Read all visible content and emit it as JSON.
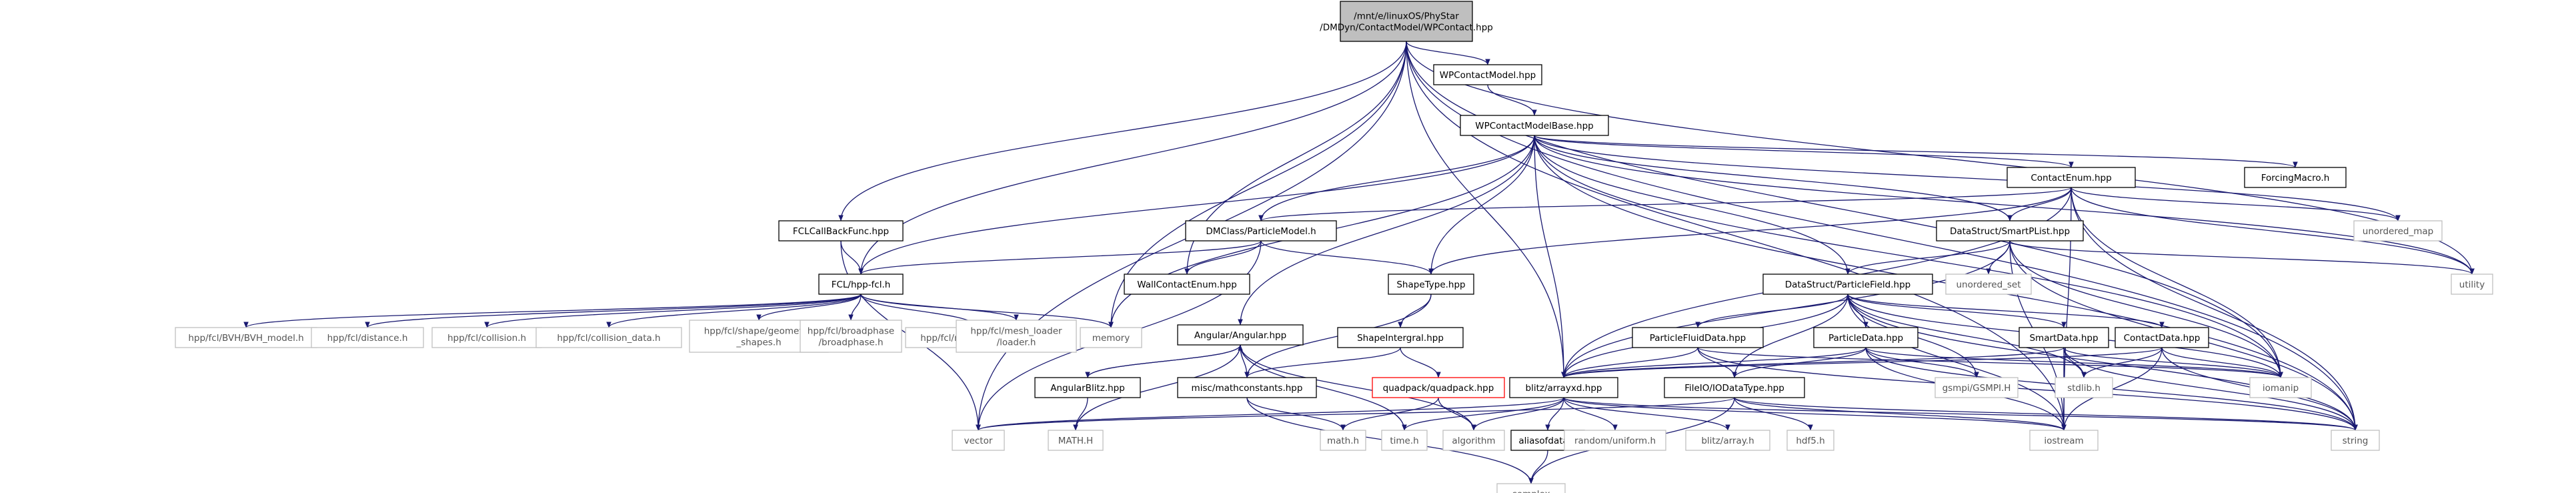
{
  "diagram": {
    "title": "/mnt/e/linuxOS/PhyStar/DMDyn/ContactModel/WPContact.hpp",
    "colors": {
      "edge": "#191970",
      "root_fill": "#bfbfbf",
      "missing_border": "#ff0000",
      "std_border": "#bfbfbf",
      "std_text": "#555555"
    },
    "nodes": [
      {
        "id": "root",
        "lines": [
          "/mnt/e/linuxOS/PhyStar",
          "/DMDyn/ContactModel/WPContact.hpp"
        ],
        "kind": "root"
      },
      {
        "id": "wpcm",
        "lines": [
          "WPContactModel.hpp"
        ],
        "kind": "inc"
      },
      {
        "id": "wpcmb",
        "lines": [
          "WPContactModelBase.hpp"
        ],
        "kind": "inc"
      },
      {
        "id": "fclcb",
        "lines": [
          "FCLCallBackFunc.hpp"
        ],
        "kind": "inc"
      },
      {
        "id": "dmclass",
        "lines": [
          "DMClass/ParticleModel.h"
        ],
        "kind": "inc"
      },
      {
        "id": "contactenum",
        "lines": [
          "ContactEnum.hpp"
        ],
        "kind": "inc"
      },
      {
        "id": "forcing",
        "lines": [
          "ForcingMacro.h"
        ],
        "kind": "inc"
      },
      {
        "id": "unordered_map",
        "lines": [
          "unordered_map"
        ],
        "kind": "std"
      },
      {
        "id": "smartplist",
        "lines": [
          "DataStruct/SmartPList.hpp"
        ],
        "kind": "inc"
      },
      {
        "id": "wallcontact",
        "lines": [
          "WallContactEnum.hpp"
        ],
        "kind": "inc"
      },
      {
        "id": "fcl",
        "lines": [
          "FCL/hpp-fcl.h"
        ],
        "kind": "inc"
      },
      {
        "id": "shapetype",
        "lines": [
          "ShapeType.hpp"
        ],
        "kind": "inc"
      },
      {
        "id": "particlefield",
        "lines": [
          "DataStruct/ParticleField.hpp"
        ],
        "kind": "inc"
      },
      {
        "id": "unordered_set",
        "lines": [
          "unordered_set"
        ],
        "kind": "std"
      },
      {
        "id": "utility",
        "lines": [
          "utility"
        ],
        "kind": "std"
      },
      {
        "id": "bvh",
        "lines": [
          "hpp/fcl/BVH/BVH_model.h"
        ],
        "kind": "std"
      },
      {
        "id": "distance",
        "lines": [
          "hpp/fcl/distance.h"
        ],
        "kind": "std"
      },
      {
        "id": "collision",
        "lines": [
          "hpp/fcl/collision.h"
        ],
        "kind": "std"
      },
      {
        "id": "collisiondata",
        "lines": [
          "hpp/fcl/collision_data.h"
        ],
        "kind": "std"
      },
      {
        "id": "geomshapes",
        "lines": [
          "hpp/fcl/shape/geometric",
          "_shapes.h"
        ],
        "kind": "std"
      },
      {
        "id": "broadphase",
        "lines": [
          "hpp/fcl/broadphase",
          "/broadphase.h"
        ],
        "kind": "std"
      },
      {
        "id": "transform",
        "lines": [
          "hpp/fcl/math/transform.h"
        ],
        "kind": "std"
      },
      {
        "id": "meshloader",
        "lines": [
          "hpp/fcl/mesh_loader",
          "/loader.h"
        ],
        "kind": "std"
      },
      {
        "id": "memory",
        "lines": [
          "memory"
        ],
        "kind": "std"
      },
      {
        "id": "shapeintergral",
        "lines": [
          "ShapeIntergral.hpp"
        ],
        "kind": "inc"
      },
      {
        "id": "angular",
        "lines": [
          "Angular/Angular.hpp"
        ],
        "kind": "inc"
      },
      {
        "id": "pfluiddata",
        "lines": [
          "ParticleFluidData.hpp"
        ],
        "kind": "inc"
      },
      {
        "id": "pdata",
        "lines": [
          "ParticleData.hpp"
        ],
        "kind": "inc"
      },
      {
        "id": "smartdata",
        "lines": [
          "SmartData.hpp"
        ],
        "kind": "inc"
      },
      {
        "id": "contactdata",
        "lines": [
          "ContactData.hpp"
        ],
        "kind": "inc"
      },
      {
        "id": "angularblitz",
        "lines": [
          "AngularBlitz.hpp"
        ],
        "kind": "inc"
      },
      {
        "id": "mathconstants",
        "lines": [
          "misc/mathconstants.hpp"
        ],
        "kind": "inc"
      },
      {
        "id": "quadpack",
        "lines": [
          "quadpack/quadpack.hpp"
        ],
        "kind": "missing"
      },
      {
        "id": "blitzarray",
        "lines": [
          "blitz/arrayxd.hpp"
        ],
        "kind": "inc"
      },
      {
        "id": "fileio",
        "lines": [
          "FileIO/IODataType.hpp"
        ],
        "kind": "inc"
      },
      {
        "id": "gsmpi",
        "lines": [
          "gsmpi/GSMPI.H"
        ],
        "kind": "std"
      },
      {
        "id": "stdlib",
        "lines": [
          "stdlib.h"
        ],
        "kind": "std"
      },
      {
        "id": "iomanip",
        "lines": [
          "iomanip"
        ],
        "kind": "std"
      },
      {
        "id": "vector",
        "lines": [
          "vector"
        ],
        "kind": "std"
      },
      {
        "id": "mathH",
        "lines": [
          "MATH.H"
        ],
        "kind": "std"
      },
      {
        "id": "mathh",
        "lines": [
          "math.h"
        ],
        "kind": "std"
      },
      {
        "id": "timeh",
        "lines": [
          "time.h"
        ],
        "kind": "std"
      },
      {
        "id": "algorithm",
        "lines": [
          "algorithm"
        ],
        "kind": "std"
      },
      {
        "id": "aliasofdata",
        "lines": [
          "aliasofdata.h"
        ],
        "kind": "inc"
      },
      {
        "id": "random",
        "lines": [
          "random/uniform.h"
        ],
        "kind": "std"
      },
      {
        "id": "blitzarrayh",
        "lines": [
          "blitz/array.h"
        ],
        "kind": "std"
      },
      {
        "id": "hdf5",
        "lines": [
          "hdf5.h"
        ],
        "kind": "std"
      },
      {
        "id": "iostream",
        "lines": [
          "iostream"
        ],
        "kind": "std"
      },
      {
        "id": "string",
        "lines": [
          "string"
        ],
        "kind": "std"
      },
      {
        "id": "complex",
        "lines": [
          "complex"
        ],
        "kind": "std"
      }
    ],
    "edges": [
      [
        "root",
        "wpcm"
      ],
      [
        "root",
        "fclcb"
      ],
      [
        "root",
        "fcl"
      ],
      [
        "root",
        "wallcontact"
      ],
      [
        "root",
        "blitzarray"
      ],
      [
        "root",
        "memory"
      ],
      [
        "root",
        "vector"
      ],
      [
        "root",
        "utility"
      ],
      [
        "root",
        "iomanip"
      ],
      [
        "root",
        "string"
      ],
      [
        "root",
        "iostream"
      ],
      [
        "wpcm",
        "wpcmb"
      ],
      [
        "wpcmb",
        "dmclass"
      ],
      [
        "wpcmb",
        "contactenum"
      ],
      [
        "wpcmb",
        "forcing"
      ],
      [
        "wpcmb",
        "unordered_map"
      ],
      [
        "wpcmb",
        "smartplist"
      ],
      [
        "wpcmb",
        "shapetype"
      ],
      [
        "wpcmb",
        "particlefield"
      ],
      [
        "wpcmb",
        "fcl"
      ],
      [
        "wpcmb",
        "angular"
      ],
      [
        "wpcmb",
        "blitzarray"
      ],
      [
        "wpcmb",
        "memory"
      ],
      [
        "wpcmb",
        "utility"
      ],
      [
        "wpcmb",
        "iomanip"
      ],
      [
        "wpcmb",
        "string"
      ],
      [
        "fclcb",
        "fcl"
      ],
      [
        "fclcb",
        "vector"
      ],
      [
        "dmclass",
        "fcl"
      ],
      [
        "dmclass",
        "wallcontact"
      ],
      [
        "dmclass",
        "shapetype"
      ],
      [
        "dmclass",
        "vector"
      ],
      [
        "contactenum",
        "dmclass"
      ],
      [
        "contactenum",
        "smartplist"
      ],
      [
        "contactenum",
        "shapetype"
      ],
      [
        "contactenum",
        "blitzarray"
      ],
      [
        "contactenum",
        "unordered_map"
      ],
      [
        "contactenum",
        "utility"
      ],
      [
        "contactenum",
        "iomanip"
      ],
      [
        "contactenum",
        "string"
      ],
      [
        "contactenum",
        "iostream"
      ],
      [
        "smartplist",
        "particlefield"
      ],
      [
        "smartplist",
        "unordered_set"
      ],
      [
        "smartplist",
        "blitzarray"
      ],
      [
        "smartplist",
        "utility"
      ],
      [
        "smartplist",
        "iomanip"
      ],
      [
        "smartplist",
        "iostream"
      ],
      [
        "smartplist",
        "string"
      ],
      [
        "fcl",
        "bvh"
      ],
      [
        "fcl",
        "distance"
      ],
      [
        "fcl",
        "collision"
      ],
      [
        "fcl",
        "collisiondata"
      ],
      [
        "fcl",
        "geomshapes"
      ],
      [
        "fcl",
        "broadphase"
      ],
      [
        "fcl",
        "transform"
      ],
      [
        "fcl",
        "meshloader"
      ],
      [
        "fcl",
        "memory"
      ],
      [
        "shapetype",
        "shapeintergral"
      ],
      [
        "shapetype",
        "mathconstants"
      ],
      [
        "shapeintergral",
        "mathconstants"
      ],
      [
        "shapeintergral",
        "quadpack"
      ],
      [
        "particlefield",
        "pfluiddata"
      ],
      [
        "particlefield",
        "pdata"
      ],
      [
        "particlefield",
        "smartdata"
      ],
      [
        "particlefield",
        "contactdata"
      ],
      [
        "particlefield",
        "blitzarray"
      ],
      [
        "particlefield",
        "fileio"
      ],
      [
        "particlefield",
        "gsmpi"
      ],
      [
        "particlefield",
        "stdlib"
      ],
      [
        "particlefield",
        "iomanip"
      ],
      [
        "particlefield",
        "iostream"
      ],
      [
        "particlefield",
        "string"
      ],
      [
        "angular",
        "angularblitz"
      ],
      [
        "angular",
        "mathconstants"
      ],
      [
        "angular",
        "mathH"
      ],
      [
        "angular",
        "algorithm"
      ],
      [
        "angular",
        "timeh"
      ],
      [
        "angularblitz",
        "angular"
      ],
      [
        "angularblitz",
        "mathH"
      ],
      [
        "mathconstants",
        "mathh"
      ],
      [
        "mathconstants",
        "complex"
      ],
      [
        "quadpack",
        "algorithm"
      ],
      [
        "quadpack",
        "mathh"
      ],
      [
        "pfluiddata",
        "blitzarray"
      ],
      [
        "pfluiddata",
        "fileio"
      ],
      [
        "pfluiddata",
        "iomanip"
      ],
      [
        "pfluiddata",
        "string"
      ],
      [
        "pdata",
        "blitzarray"
      ],
      [
        "pdata",
        "fileio"
      ],
      [
        "pdata",
        "gsmpi"
      ],
      [
        "pdata",
        "iomanip"
      ],
      [
        "pdata",
        "iostream"
      ],
      [
        "pdata",
        "string"
      ],
      [
        "smartdata",
        "blitzarray"
      ],
      [
        "smartdata",
        "stdlib"
      ],
      [
        "smartdata",
        "iomanip"
      ],
      [
        "smartdata",
        "iostream"
      ],
      [
        "smartdata",
        "string"
      ],
      [
        "contactdata",
        "blitzarray"
      ],
      [
        "contactdata",
        "stdlib"
      ],
      [
        "contactdata",
        "iomanip"
      ],
      [
        "contactdata",
        "iostream"
      ],
      [
        "contactdata",
        "string"
      ],
      [
        "blitzarray",
        "vector"
      ],
      [
        "blitzarray",
        "timeh"
      ],
      [
        "blitzarray",
        "algorithm"
      ],
      [
        "blitzarray",
        "aliasofdata"
      ],
      [
        "blitzarray",
        "random"
      ],
      [
        "blitzarray",
        "blitzarrayh"
      ],
      [
        "blitzarray",
        "iostream"
      ],
      [
        "blitzarray",
        "string"
      ],
      [
        "fileio",
        "vector"
      ],
      [
        "fileio",
        "hdf5"
      ],
      [
        "fileio",
        "complex"
      ],
      [
        "fileio",
        "string"
      ],
      [
        "fileio",
        "iostream"
      ],
      [
        "aliasofdata",
        "complex"
      ]
    ]
  }
}
